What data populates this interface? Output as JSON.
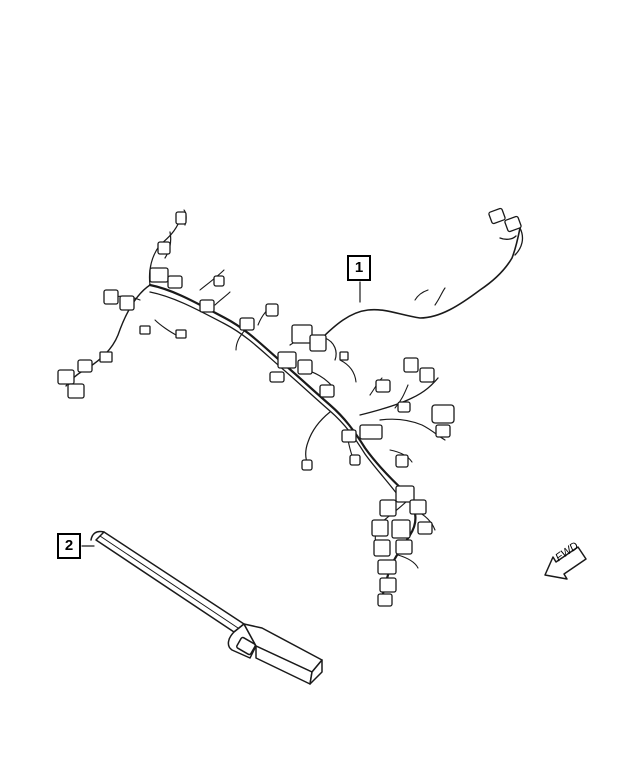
{
  "callouts": [
    {
      "label": "1"
    },
    {
      "label": "2"
    }
  ],
  "direction_indicator": {
    "label": "FWD"
  }
}
